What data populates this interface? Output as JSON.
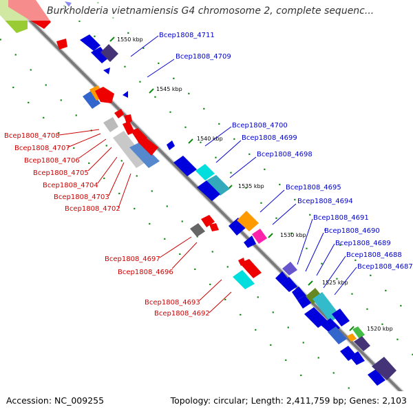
{
  "map": {
    "title": "Burkholderia vietnamiensis G4 chromosome 2, complete sequenc...",
    "accession": "Accession: NC_009255",
    "topology": "Topology: circular; Length: 2,411,759 bp; Genes: 2,103"
  },
  "ticks": [
    "1550 kbp",
    "1545 kbp",
    "1540 kbp",
    "1535 kbp",
    "1530 kbp",
    "1525 kbp",
    "1520 kbp"
  ],
  "gene_labels_forward": [
    "Bcep1808_4711",
    "Bcep1808_4709",
    "Bcep1808_4700",
    "Bcep1808_4699",
    "Bcep1808_4698",
    "Bcep1808_4695",
    "Bcep1808_4694",
    "Bcep1808_4691",
    "Bcep1808_4690",
    "Bcep1808_4689",
    "Bcep1808_4688",
    "Bcep1808_4687"
  ],
  "gene_labels_reverse": [
    "Bcep1808_4708",
    "Bcep1808_4707",
    "Bcep1808_4706",
    "Bcep1808_4705",
    "Bcep1808_4704",
    "Bcep1808_4703",
    "Bcep1808_4702",
    "Bcep1808_4697",
    "Bcep1808_4696",
    "Bcep1808_4693",
    "Bcep1808_4692"
  ],
  "colors": {
    "forward_label": "#0000cc",
    "reverse_label": "#cc0000",
    "backbone": "#7a7a7a",
    "forward_gene": "#0000dd",
    "reverse_gene": "#ee0000",
    "tick": "#118811"
  }
}
